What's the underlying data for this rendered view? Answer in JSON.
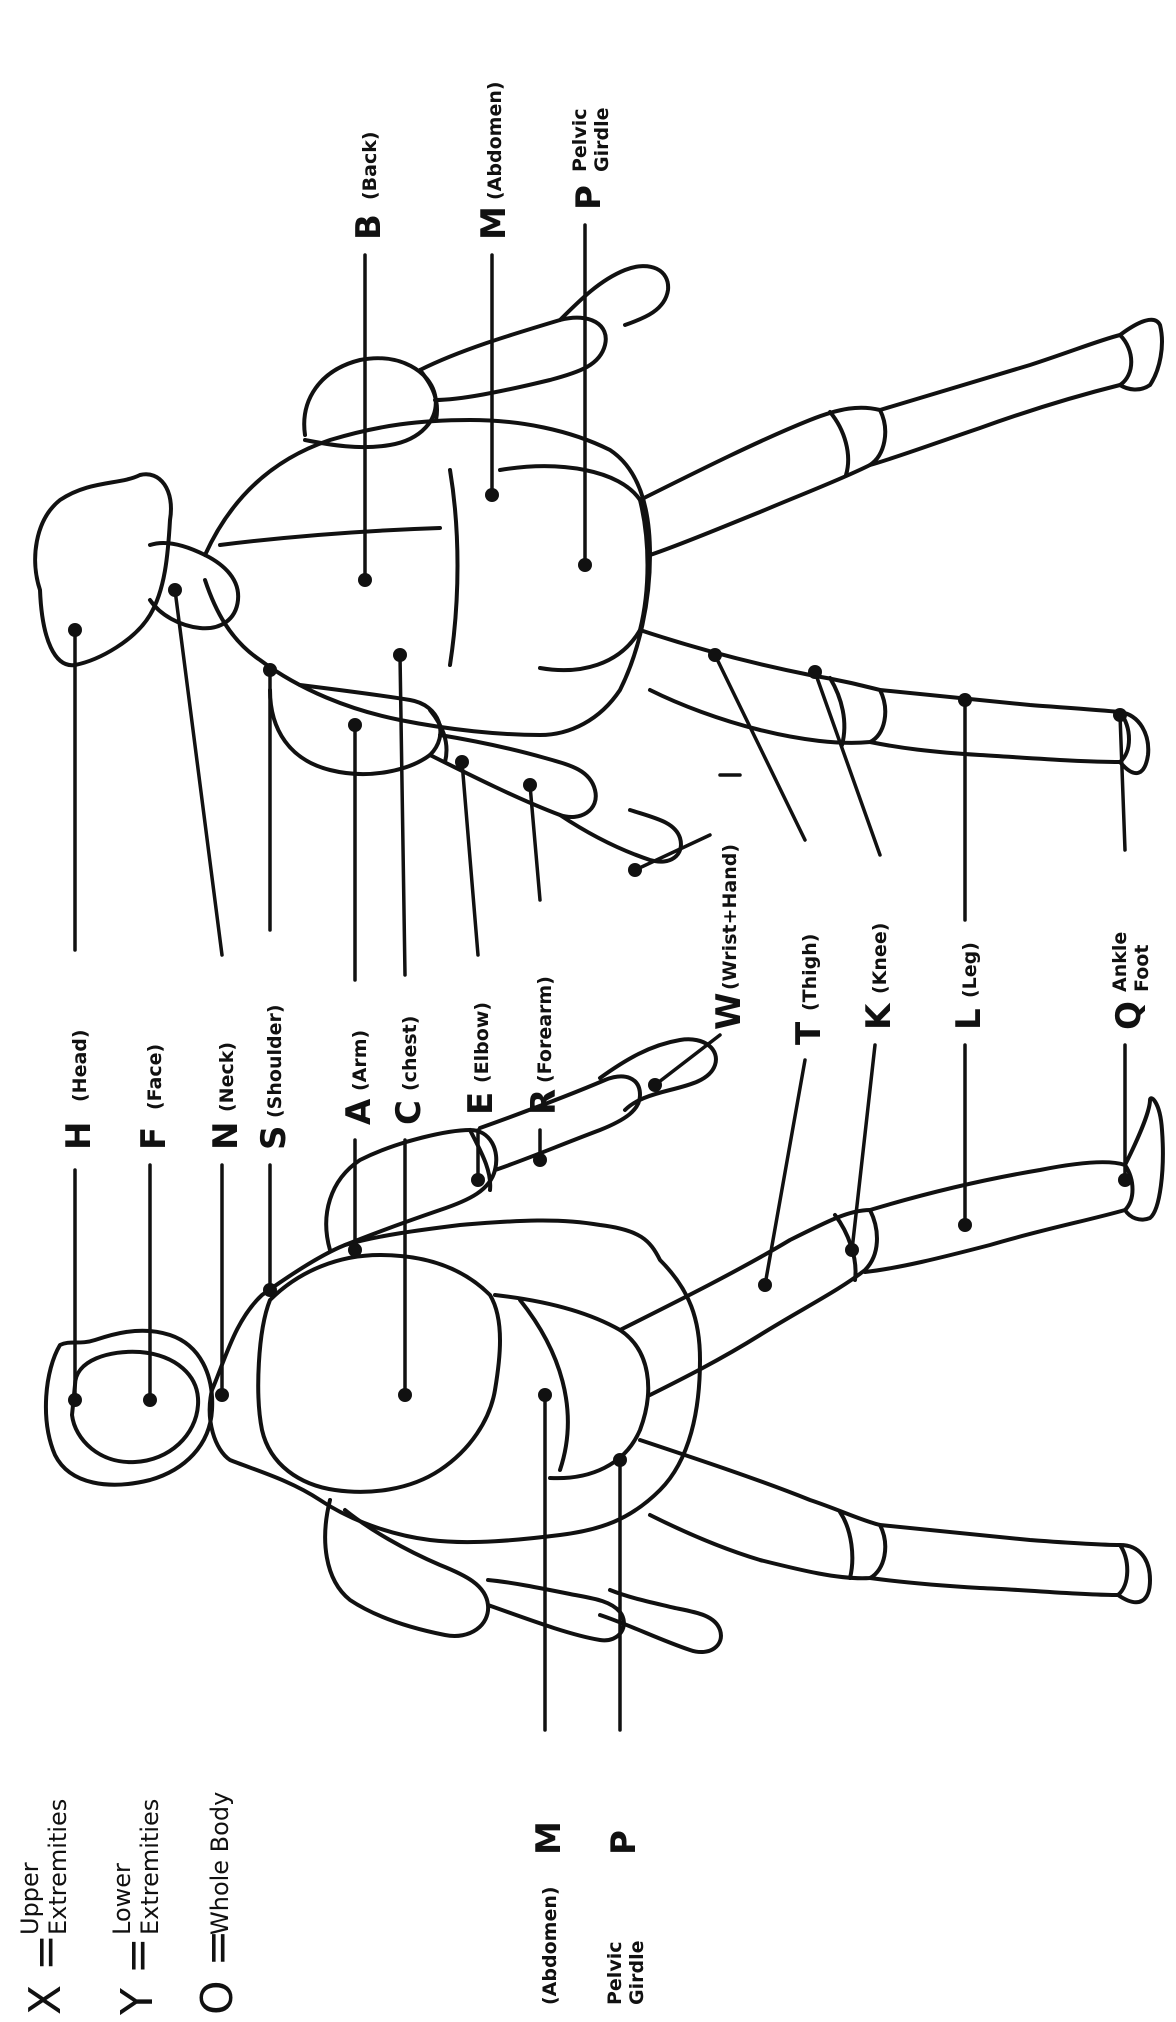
{
  "legend": {
    "x_key": "X =",
    "x_line1": "Upper",
    "x_line2": "Extremities",
    "y_key": "Y =",
    "y_line1": "Lower",
    "y_line2": "Extremities",
    "o_key": "O =",
    "o_line1": "Whole Body"
  },
  "labels": {
    "H": {
      "letter": "H",
      "name": "(Head)"
    },
    "F": {
      "letter": "F",
      "name": "(Face)"
    },
    "N": {
      "letter": "N",
      "name": "(Neck)"
    },
    "S": {
      "letter": "S",
      "name": "(Shoulder)"
    },
    "A": {
      "letter": "A",
      "name": "(Arm)"
    },
    "C": {
      "letter": "C",
      "name": "(chest)"
    },
    "E": {
      "letter": "E",
      "name": "(Elbow)"
    },
    "R": {
      "letter": "R",
      "name": "(Forearm)"
    },
    "W": {
      "letter": "W",
      "name": "(Wrist+Hand)"
    },
    "T": {
      "letter": "T",
      "name": "(Thigh)"
    },
    "K": {
      "letter": "K",
      "name": "(Knee)"
    },
    "L": {
      "letter": "L",
      "name": "(Leg)"
    },
    "Q": {
      "letter": "Q",
      "name_line1": "Ankle",
      "name_line2": "Foot"
    },
    "B": {
      "letter": "B",
      "name": "(Back)"
    },
    "M_back": {
      "letter": "M",
      "name": "(Abdomen)"
    },
    "P_back": {
      "letter": "P",
      "name_line1": "Pelvic",
      "name_line2": "Girdle"
    },
    "M_front": {
      "letter": "M",
      "name": "(Abdomen)"
    },
    "P_front": {
      "letter": "P",
      "name_line1": "Pelvic",
      "name_line2": "Girdle"
    }
  }
}
